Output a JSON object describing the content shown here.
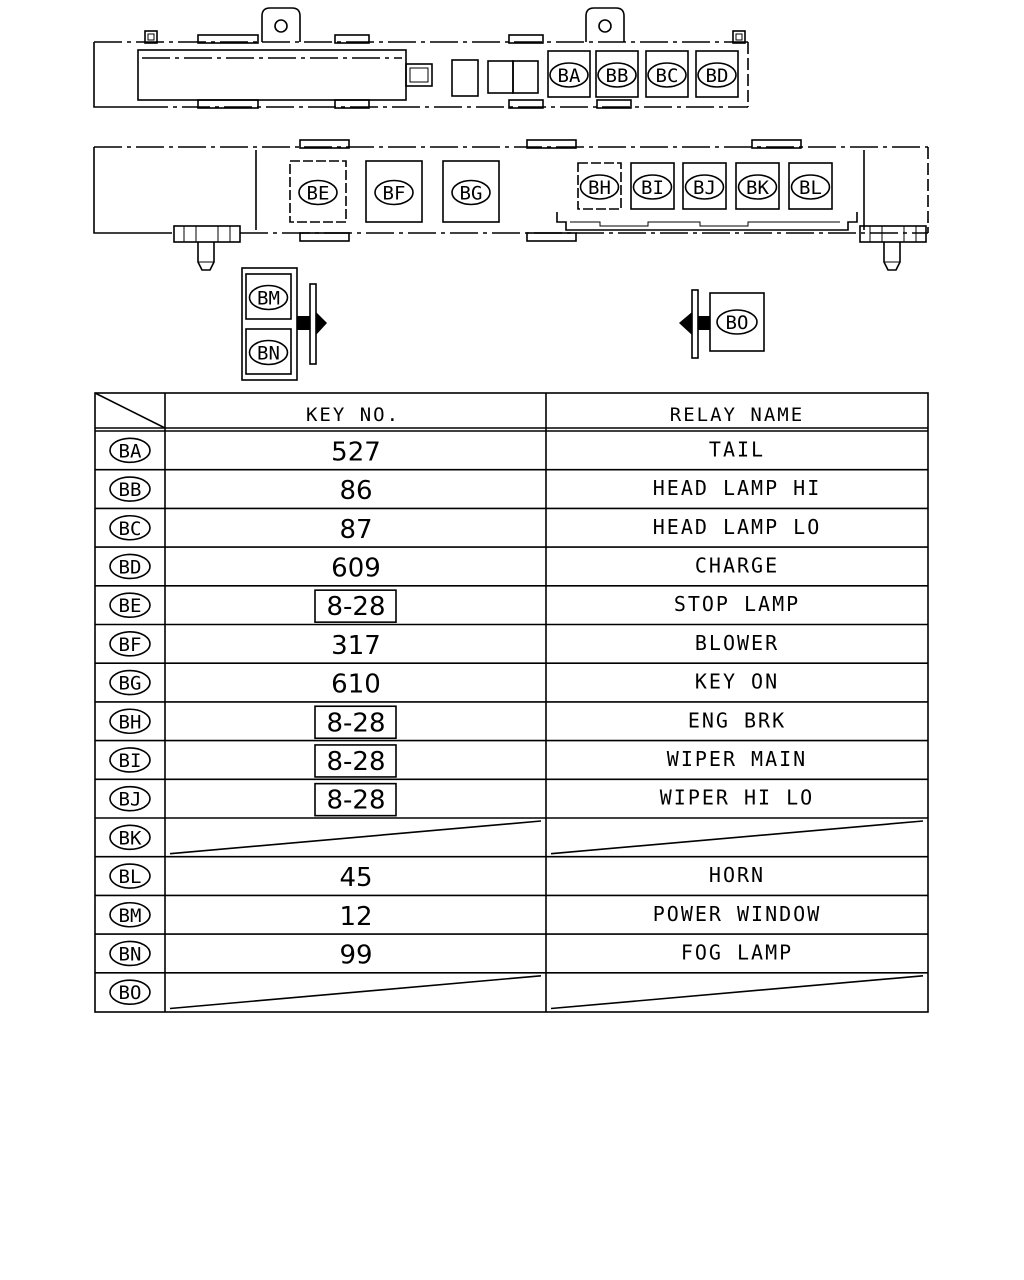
{
  "diagram": {
    "top_block": {
      "relays": [
        {
          "id": "BA"
        },
        {
          "id": "BB"
        },
        {
          "id": "BC"
        },
        {
          "id": "BD"
        }
      ]
    },
    "middle_block": {
      "relays": [
        {
          "id": "BE"
        },
        {
          "id": "BF"
        },
        {
          "id": "BG"
        },
        {
          "id": "BH"
        },
        {
          "id": "BI"
        },
        {
          "id": "BJ"
        },
        {
          "id": "BK"
        },
        {
          "id": "BL"
        }
      ]
    },
    "left_unit": {
      "relays": [
        {
          "id": "BM"
        },
        {
          "id": "BN"
        }
      ]
    },
    "right_unit": {
      "relays": [
        {
          "id": "BO"
        }
      ]
    }
  },
  "table": {
    "headers": {
      "key": "KEY NO.",
      "name": "RELAY NAME"
    },
    "rows": [
      {
        "id": "BA",
        "key": "527",
        "boxed": false,
        "name": "TAIL",
        "empty": false
      },
      {
        "id": "BB",
        "key": "86",
        "boxed": false,
        "name": "HEAD LAMP HI",
        "empty": false
      },
      {
        "id": "BC",
        "key": "87",
        "boxed": false,
        "name": "HEAD LAMP LO",
        "empty": false
      },
      {
        "id": "BD",
        "key": "609",
        "boxed": false,
        "name": "CHARGE",
        "empty": false
      },
      {
        "id": "BE",
        "key": "8-28",
        "boxed": true,
        "name": "STOP LAMP",
        "empty": false
      },
      {
        "id": "BF",
        "key": "317",
        "boxed": false,
        "name": "BLOWER",
        "empty": false
      },
      {
        "id": "BG",
        "key": "610",
        "boxed": false,
        "name": "KEY ON",
        "empty": false
      },
      {
        "id": "BH",
        "key": "8-28",
        "boxed": true,
        "name": "ENG BRK",
        "empty": false
      },
      {
        "id": "BI",
        "key": "8-28",
        "boxed": true,
        "name": "WIPER MAIN",
        "empty": false
      },
      {
        "id": "BJ",
        "key": "8-28",
        "boxed": true,
        "name": "WIPER HI LO",
        "empty": false
      },
      {
        "id": "BK",
        "key": "",
        "boxed": false,
        "name": "",
        "empty": true
      },
      {
        "id": "BL",
        "key": "45",
        "boxed": false,
        "name": "HORN",
        "empty": false
      },
      {
        "id": "BM",
        "key": "12",
        "boxed": false,
        "name": "POWER WINDOW",
        "empty": false
      },
      {
        "id": "BN",
        "key": "99",
        "boxed": false,
        "name": "FOG LAMP",
        "empty": false
      },
      {
        "id": "BO",
        "key": "",
        "boxed": false,
        "name": "",
        "empty": true
      }
    ]
  }
}
